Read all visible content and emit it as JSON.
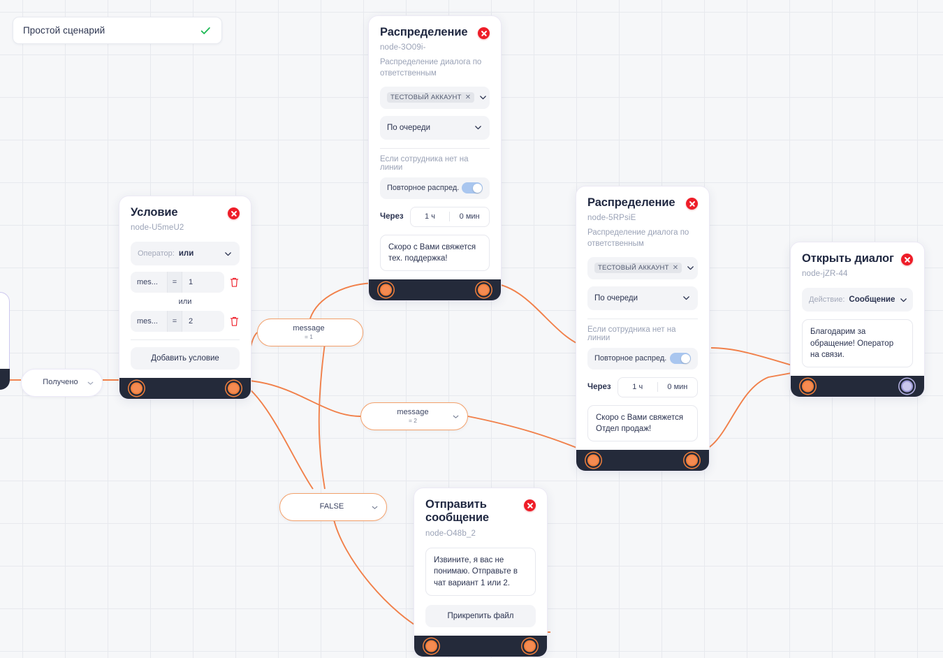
{
  "app": {
    "canvas_background": "#f6f7f9",
    "grid_color": "#e7e9ee",
    "accent_color": "#f07f3c",
    "footer_color": "#242a3a",
    "danger_color": "#ee1d28",
    "success_color": "#1db954"
  },
  "scenario": {
    "name": "Простой сценарий",
    "saved_icon": "check-icon"
  },
  "nodes": [
    {
      "id": "distribution-1",
      "title": "Распределение",
      "node_id": "node-3O09i-",
      "subtitle": "Распределение диалога по ответственным",
      "account_chip": "ТЕСТОВЫЙ АККАУНТ",
      "mode": "По очереди",
      "offline_hint": "Если сотрудника нет на линии",
      "toggle_label": "Повторное распред.",
      "toggle_on": true,
      "delay_label": "Через",
      "delay_hours": "1 ч",
      "delay_minutes": "0 мин",
      "message": "Скоро с Вами свяжется тех. поддержка!"
    },
    {
      "id": "condition-1",
      "title": "Условие",
      "node_id": "node-U5meU2",
      "operator_label": "Оператор:",
      "operator_value": "или",
      "conditions": [
        {
          "key": "mes...",
          "op": "=",
          "value": "1"
        },
        {
          "key": "mes...",
          "op": "=",
          "value": "2"
        }
      ],
      "join_word": "или",
      "add_button": "Добавить условие"
    },
    {
      "id": "distribution-2",
      "title": "Распределение",
      "node_id": "node-5RPsiE",
      "subtitle": "Распределение диалога по ответственным",
      "account_chip": "ТЕСТОВЫЙ АККАУНТ",
      "mode": "По очереди",
      "offline_hint": "Если сотрудника нет на линии",
      "toggle_label": "Повторное распред.",
      "toggle_on": true,
      "delay_label": "Через",
      "delay_hours": "1 ч",
      "delay_minutes": "0 мин",
      "message": "Скоро с Вами свяжется Отдел продаж!"
    },
    {
      "id": "open-dialog",
      "title": "Открыть диалог",
      "node_id": "node-jZR-44",
      "action_label": "Действие:",
      "action_value": "Сообщение",
      "message": "Благодарим за обращение! Оператор на связи."
    },
    {
      "id": "send-message",
      "title": "Отправить сообщение",
      "node_id": "node-O48b_2",
      "message": "Извините, я вас не понимаю. Отправьте в чат вариант 1 или 2.",
      "attach_button": "Прикрепить файл"
    }
  ],
  "edge_labels": [
    {
      "id": "received",
      "main": "Получено",
      "sub": ""
    },
    {
      "id": "message-1",
      "main": "message",
      "sub": "= 1"
    },
    {
      "id": "message-2",
      "main": "message",
      "sub": "= 2"
    },
    {
      "id": "false",
      "main": "FALSE",
      "sub": ""
    }
  ],
  "icons": {
    "chevron_down": "chevron-down-icon",
    "trash": "trash-icon",
    "close": "close-icon",
    "check": "check-icon"
  }
}
